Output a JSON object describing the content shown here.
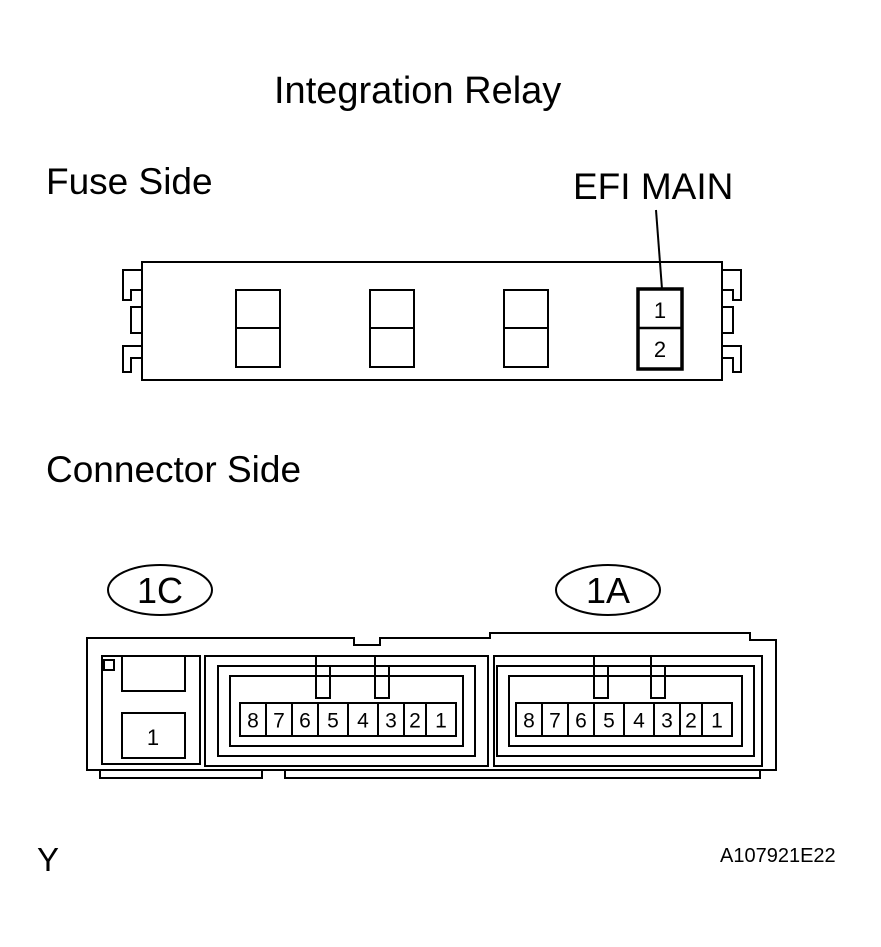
{
  "title": "Integration Relay",
  "fuse_side": {
    "label": "Fuse Side",
    "callout": "EFI MAIN",
    "efi_pins": [
      "1",
      "2"
    ]
  },
  "connector_side": {
    "label": "Connector Side",
    "connectors": [
      {
        "id": "1C",
        "pins": [
          "1"
        ]
      },
      {
        "id": "1A",
        "pins": [
          "8",
          "7",
          "6",
          "5",
          "4",
          "3",
          "2",
          "1"
        ]
      }
    ],
    "middle_pins": [
      "8",
      "7",
      "6",
      "5",
      "4",
      "3",
      "2",
      "1"
    ]
  },
  "footer": {
    "left_code": "Y",
    "figure_code": "A107921E22"
  }
}
